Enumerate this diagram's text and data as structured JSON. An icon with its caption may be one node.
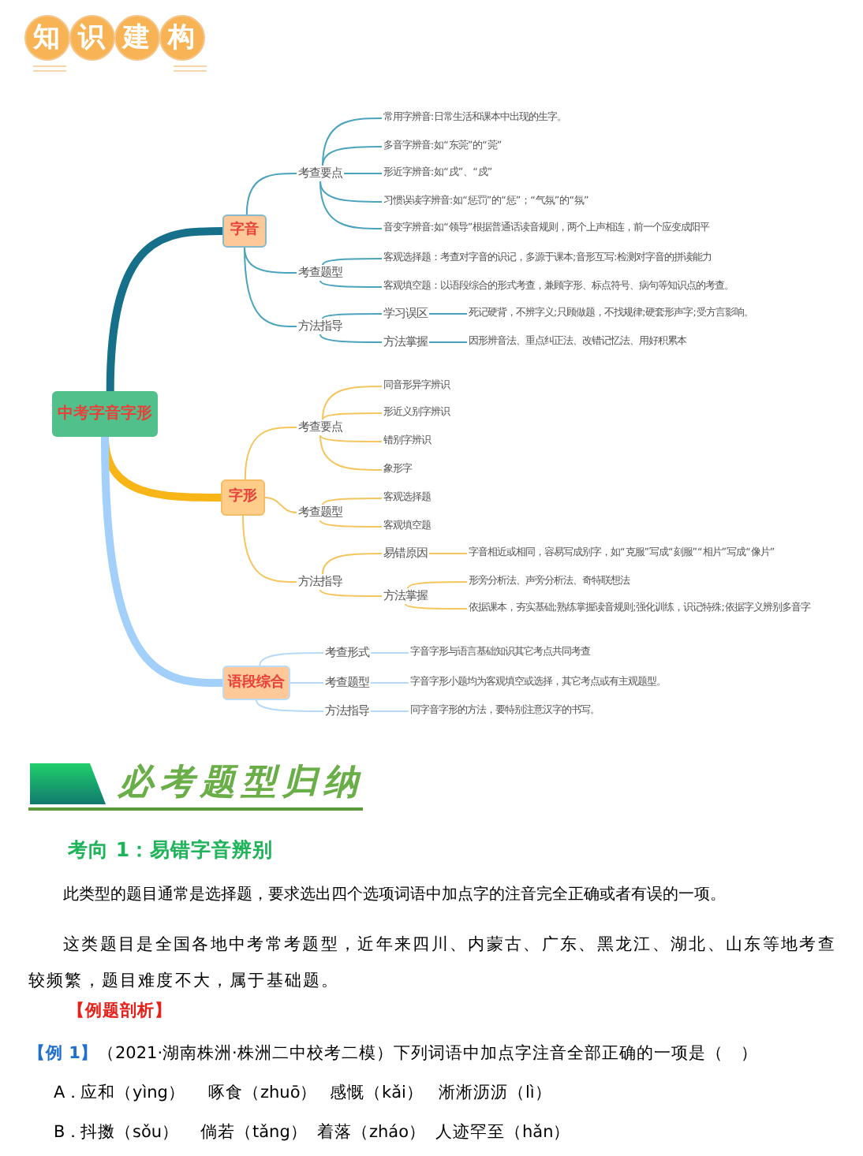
{
  "diagram": {
    "title": "知识建构",
    "nodes": [
      {
        "text": [
          "中考字音字形"
        ]
      },
      {
        "text": [
          "字音"
        ]
      },
      {
        "text": [
          "考查要点"
        ]
      },
      {
        "text": [
          "常用字辨音:日常生活和课本中出现的生字。"
        ]
      },
      {
        "text": [
          "多音字辨音:如“东莞”的“莞”"
        ]
      },
      {
        "text": [
          "形近字辨音:如“戌”、“戍”"
        ]
      },
      {
        "text": [
          "习惯误读字辨音:如“惩罚”的“惩”；“气氛”的“氛”"
        ]
      },
      {
        "text": [
          "音变字辨音:如“领导”根据普通话读音规则，两个上声相连，前一个应变成阳平"
        ]
      },
      {
        "text": [
          "考查题型"
        ]
      },
      {
        "text": [
          "客观选择题：考查对字音的识记，多源于课本;音形互写:检测对字音的拼读能力"
        ]
      },
      {
        "text": [
          "客观填空题：以语段综合的形式考查，兼顾字形、标点符号、病句等知识点的考查。"
        ]
      },
      {
        "text": [
          "方法指导"
        ]
      },
      {
        "text": [
          "学习误区"
        ]
      },
      {
        "text": [
          "死记硬背，不辨字义;只顾做题，不找规律;硬套形声字;受方言影响。"
        ]
      },
      {
        "text": [
          "方法掌握"
        ]
      },
      {
        "text": [
          "因形辨音法、重点纠正法、改错记忆法、用好积累本"
        ]
      },
      {
        "text": [
          "字形"
        ]
      },
      {
        "text": [
          "考查要点"
        ]
      },
      {
        "text": [
          "同音形异字辨识"
        ]
      },
      {
        "text": [
          "形近义别字辨识"
        ]
      },
      {
        "text": [
          "错别字辨识"
        ]
      },
      {
        "text": [
          "象形字"
        ]
      },
      {
        "text": [
          "考查题型"
        ]
      },
      {
        "text": [
          "客观选择题"
        ]
      },
      {
        "text": [
          "客观填空题"
        ]
      },
      {
        "text": [
          "方法指导"
        ]
      },
      {
        "text": [
          "易错原因"
        ]
      },
      {
        "text": [
          "字音相近或相同，容易写成别字，如“克服”写成“刻服”“相片”写成“像片”"
        ]
      },
      {
        "text": [
          "方法掌握"
        ]
      },
      {
        "text": [
          "形旁分析法、声旁分析法、奇特联想法"
        ]
      },
      {
        "text": [
          "依据课本，夯实基础;熟练掌握读音规则;强化训练，识记特殊;依据字义辨别多音字"
        ]
      },
      {
        "text": [
          "语段综合"
        ]
      },
      {
        "text": [
          "考查形式"
        ]
      },
      {
        "text": [
          "字音字形与语言基础知识其它考点共同考查"
        ]
      },
      {
        "text": [
          "考查题型"
        ]
      },
      {
        "text": [
          "字音字形小题均为客观填空或选择，其它考点或有主观题型。"
        ]
      },
      {
        "text": [
          "方法指导"
        ]
      },
      {
        "text": [
          "同字音字形的方法，要特别注意汉字的书写。"
        ]
      }
    ],
    "edges": [
      {
        "from": 0,
        "to": 1,
        "arrow": "none",
        "style": "thick",
        "color": "#16708a"
      },
      {
        "from": 0,
        "to": 16,
        "arrow": "none",
        "style": "thick",
        "color": "#f7b517"
      },
      {
        "from": 0,
        "to": 31,
        "arrow": "none",
        "style": "thick",
        "color": "#a3d0fa"
      },
      {
        "from": 1,
        "to": 2,
        "arrow": "none",
        "color": "#4ba3bd"
      },
      {
        "from": 1,
        "to": 8,
        "arrow": "none",
        "color": "#4ba3bd"
      },
      {
        "from": 1,
        "to": 11,
        "arrow": "none",
        "color": "#4ba3bd"
      },
      {
        "from": 2,
        "to": 3,
        "arrow": "none",
        "color": "#4ba3bd"
      },
      {
        "from": 2,
        "to": 4,
        "arrow": "none",
        "color": "#4ba3bd"
      },
      {
        "from": 2,
        "to": 5,
        "arrow": "none",
        "color": "#4ba3bd"
      },
      {
        "from": 2,
        "to": 6,
        "arrow": "none",
        "color": "#4ba3bd"
      },
      {
        "from": 2,
        "to": 7,
        "arrow": "none",
        "color": "#4ba3bd"
      },
      {
        "from": 8,
        "to": 9,
        "arrow": "none",
        "color": "#4ba3bd"
      },
      {
        "from": 8,
        "to": 10,
        "arrow": "none",
        "color": "#4ba3bd"
      },
      {
        "from": 11,
        "to": 12,
        "arrow": "none",
        "color": "#4ba3bd"
      },
      {
        "from": 11,
        "to": 14,
        "arrow": "none",
        "color": "#4ba3bd"
      },
      {
        "from": 12,
        "to": 13,
        "arrow": "none",
        "color": "#4ba3bd"
      },
      {
        "from": 14,
        "to": 15,
        "arrow": "none",
        "color": "#4ba3bd"
      },
      {
        "from": 16,
        "to": 17,
        "arrow": "none",
        "color": "#f5c55e"
      },
      {
        "from": 16,
        "to": 22,
        "arrow": "none",
        "color": "#f5c55e"
      },
      {
        "from": 16,
        "to": 25,
        "arrow": "none",
        "color": "#f5c55e"
      },
      {
        "from": 17,
        "to": 18,
        "arrow": "none",
        "color": "#f5c55e"
      },
      {
        "from": 17,
        "to": 19,
        "arrow": "none",
        "color": "#f5c55e"
      },
      {
        "from": 17,
        "to": 20,
        "arrow": "none",
        "color": "#f5c55e"
      },
      {
        "from": 17,
        "to": 21,
        "arrow": "none",
        "color": "#f5c55e"
      },
      {
        "from": 22,
        "to": 23,
        "arrow": "none",
        "color": "#f5c55e"
      },
      {
        "from": 22,
        "to": 24,
        "arrow": "none",
        "color": "#f5c55e"
      },
      {
        "from": 25,
        "to": 26,
        "arrow": "none",
        "color": "#f5c55e"
      },
      {
        "from": 25,
        "to": 28,
        "arrow": "none",
        "color": "#f5c55e"
      },
      {
        "from": 26,
        "to": 27,
        "arrow": "none",
        "color": "#f5c55e"
      },
      {
        "from": 28,
        "to": 29,
        "arrow": "none",
        "color": "#f5c55e"
      },
      {
        "from": 28,
        "to": 30,
        "arrow": "none",
        "color": "#f5c55e"
      },
      {
        "from": 31,
        "to": 32,
        "arrow": "none",
        "color": "#b5d9f7"
      },
      {
        "from": 31,
        "to": 34,
        "arrow": "none",
        "color": "#b5d9f7"
      },
      {
        "from": 31,
        "to": 36,
        "arrow": "none",
        "color": "#b5d9f7"
      },
      {
        "from": 32,
        "to": 33,
        "arrow": "none",
        "color": "#b5d9f7"
      },
      {
        "from": 34,
        "to": 35,
        "arrow": "none",
        "color": "#b5d9f7"
      },
      {
        "from": 36,
        "to": 37,
        "arrow": "none",
        "color": "#b5d9f7"
      }
    ],
    "labels": [
      "必考题型归纳",
      "考向 1：易错字音辨别",
      "此类型的题目通常是选择题，要求选出四个选项词语中加点字的注音完全正确或者有误的一项。",
      "这类题目是全国各地中考常考题型，近年来四川、内蒙古、广东、黑龙江、湖北、山东等地考查较频繁，题目难度不大，属于基础题。",
      "【例题剖析】",
      "【例 1】",
      "（2021·湖南株洲·株洲二中校考二模）下列词语中加点字注音全部正确的一项是（　）",
      "A．",
      "应和（yìng）",
      "啄食（zhuō）",
      "感慨（kǎi）",
      "淅淅沥沥（lì）",
      "B．",
      "抖擞（sǒu）",
      "倘若（tǎng）",
      "着落（zháo）",
      "人迹罕至（hǎn）"
    ]
  }
}
